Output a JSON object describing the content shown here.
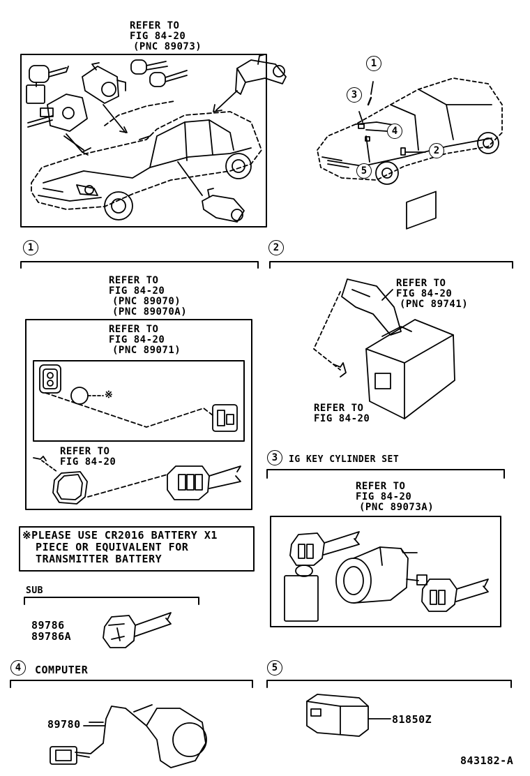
{
  "top": {
    "refer": [
      "REFER TO",
      "FIG 84-20",
      "(PNC 89073)"
    ],
    "callouts": [
      "1",
      "2",
      "3",
      "4",
      "5"
    ]
  },
  "section1": {
    "num": "1",
    "refer_outer": [
      "REFER TO",
      "FIG 84-20",
      "(PNC 89070)",
      "(PNC 89070A)"
    ],
    "refer_inner": [
      "REFER TO",
      "FIG 84-20",
      "(PNC 89071)"
    ],
    "refer_screw": [
      "REFER TO",
      "FIG 84-20"
    ],
    "asterisk": "※",
    "note": [
      "※PLEASE USE CR2016 BATTERY X1",
      "  PIECE OR EQUIVALENT FOR",
      "  TRANSMITTER BATTERY"
    ],
    "sub_label": "SUB",
    "sub_parts": [
      "89786",
      "89786A"
    ]
  },
  "section2": {
    "num": "2",
    "refer_top": [
      "REFER TO",
      "FIG 84-20",
      "(PNC 89741)"
    ],
    "refer_bottom": [
      "REFER TO",
      "FIG 84-20"
    ]
  },
  "section3": {
    "num": "3",
    "title": "IG KEY CYLINDER SET",
    "refer": [
      "REFER TO",
      "FIG 84-20",
      "(PNC 89073A)"
    ]
  },
  "section4": {
    "num": "4",
    "title": "COMPUTER",
    "part": "89780"
  },
  "section5": {
    "num": "5",
    "part": "81850Z"
  },
  "figure_id": "843182-A"
}
